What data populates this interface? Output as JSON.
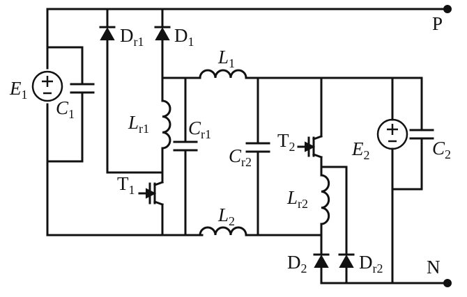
{
  "circuit": {
    "terminals": {
      "P": "P",
      "N": "N"
    },
    "sources": [
      {
        "main": "E",
        "sub": "1"
      },
      {
        "main": "E",
        "sub": "2"
      }
    ],
    "capacitors": [
      {
        "main": "C",
        "sub": "1"
      },
      {
        "main": "C",
        "sub": "r1"
      },
      {
        "main": "C",
        "sub": "r2"
      },
      {
        "main": "C",
        "sub": "2"
      }
    ],
    "inductors": [
      {
        "main": "L",
        "sub": "1"
      },
      {
        "main": "L",
        "sub": "2"
      },
      {
        "main": "L",
        "sub": "r1"
      },
      {
        "main": "L",
        "sub": "r2"
      }
    ],
    "diodes": [
      {
        "main": "D",
        "sub": "r1"
      },
      {
        "main": "D",
        "sub": "1"
      },
      {
        "main": "D",
        "sub": "2"
      },
      {
        "main": "D",
        "sub": "r2"
      }
    ],
    "switches": [
      {
        "main": "T",
        "sub": "1"
      },
      {
        "main": "T",
        "sub": "2"
      }
    ]
  }
}
